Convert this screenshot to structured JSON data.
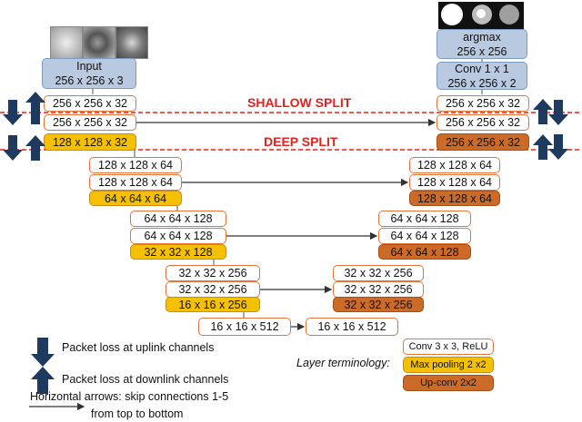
{
  "input": {
    "label": "Input",
    "dims": "256 x 256 x 3"
  },
  "output": {
    "argmax": "argmax",
    "argmax_dims": "256 x 256",
    "conv1": "Conv 1 x 1",
    "conv1_dims": "256 x 256 x 2"
  },
  "splits": {
    "shallow": "SHALLOW SPLIT",
    "deep": "DEEP SPLIT"
  },
  "encoder": [
    [
      "256 x 256 x 32",
      "256 x 256 x 32",
      "128 x 128 x 32"
    ],
    [
      "128 x 128 x 64",
      "128 x 128 x 64",
      "64 x 64 x 64"
    ],
    [
      "64 x 64 x 128",
      "64 x 64 x 128",
      "32 x 32 x 128"
    ],
    [
      "32 x 32 x 256",
      "32 x 32 x 256",
      "16 x 16 x 256"
    ]
  ],
  "decoder": [
    [
      "256 x 256 x 32",
      "256 x 256 x 32",
      "256 x 256 x 32"
    ],
    [
      "128 x 128 x 64",
      "128 x 128 x 64",
      "128 x 128 x 64"
    ],
    [
      "64 x 64 x 128",
      "64 x 64 x 128",
      "64 x 64 x 128"
    ],
    [
      "32 x 32 x 256",
      "32 x 32 x 256",
      "32 x 32 x 256"
    ]
  ],
  "bottleneck": {
    "left": "16 x 16 x 512",
    "right": "16 x 16 x 512"
  },
  "legend": {
    "uplink": "Packet loss at uplink channels",
    "downlink": "Packet loss at downlink channels",
    "skip_line1": "Horizontal arrows: skip connections 1-5",
    "skip_line2": "from top to bottom",
    "terminology": "Layer terminology:",
    "conv": "Conv 3 x 3, ReLU",
    "pool": "Max pooling 2 x2",
    "upconv": "Up-conv 2x2"
  },
  "colors": {
    "conv_border": "#e5743a",
    "pool": "#f5c000",
    "upconv": "#cc6a28",
    "blue_box": "#b9c9e0",
    "arrow": "#1f3a5f",
    "split": "#e0241e"
  }
}
